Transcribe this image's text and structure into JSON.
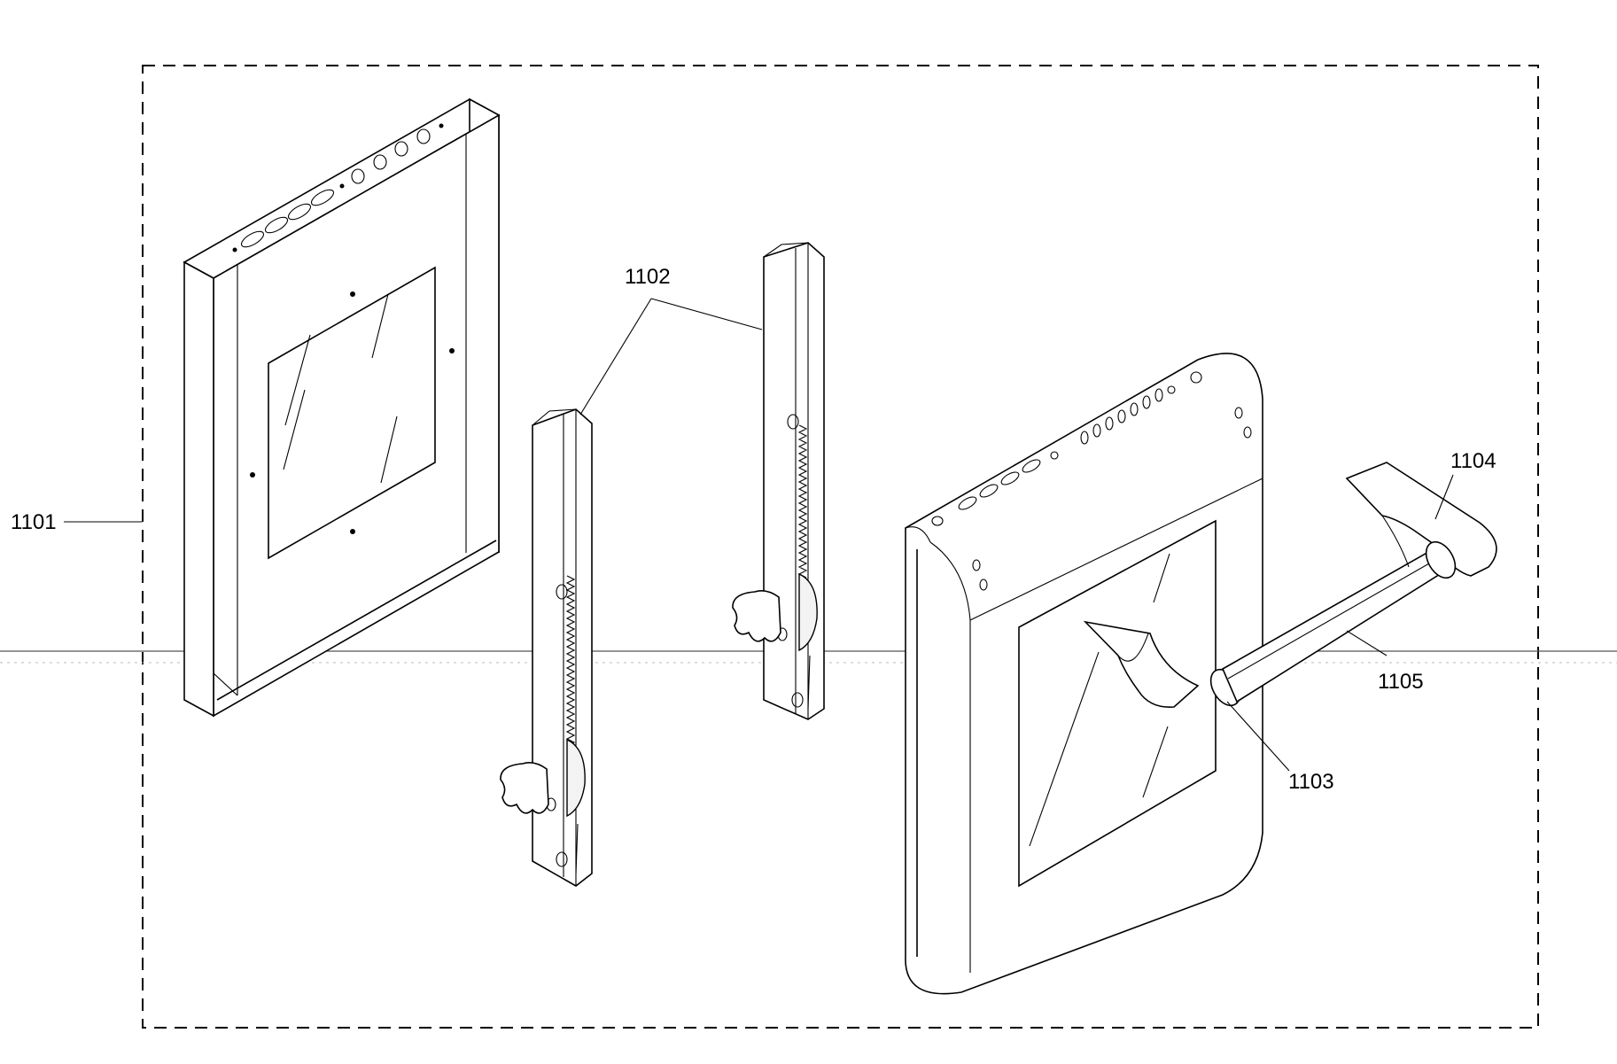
{
  "labels": {
    "assembly": "1101",
    "hinge": "1102",
    "handle_bracket": "1103",
    "handle_end": "1104",
    "handle_bar": "1105"
  }
}
